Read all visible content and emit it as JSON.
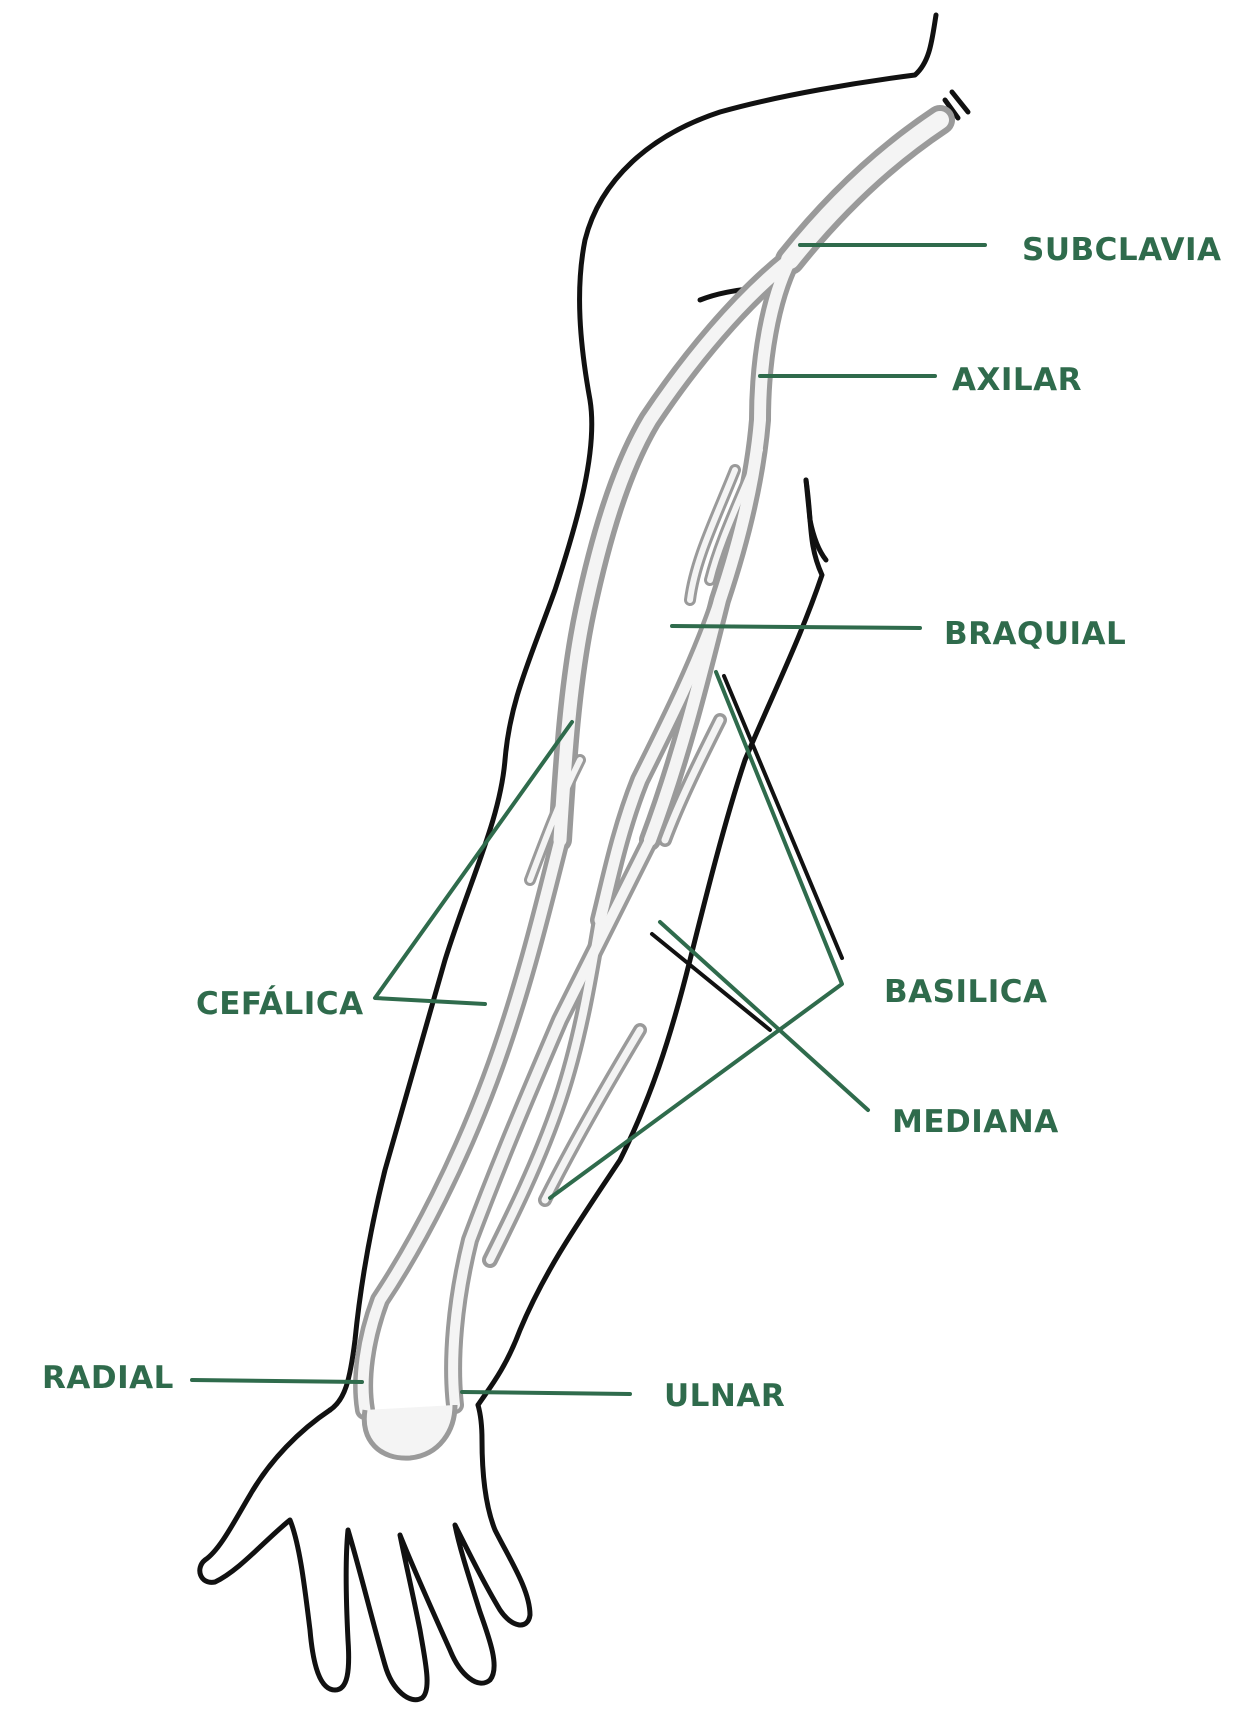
{
  "diagram": {
    "labels": {
      "subclavia": "SUBCLAVIA",
      "axilar": "AXILAR",
      "braquial": "BRAQUIAL",
      "cefalica": "CEFÁLICA",
      "basilica": "BASILICA",
      "mediana": "MEDIANA",
      "radial": "RADIAL",
      "ulnar": "ULNAR"
    }
  },
  "colors": {
    "label": "#2f6b4c",
    "leader": "#2f6b4c",
    "leader_dark": "#111111",
    "outline": "#111111",
    "vein_fill": "#f4f4f4",
    "vein_shade": "#9a9a9a",
    "background": "#ffffff"
  }
}
